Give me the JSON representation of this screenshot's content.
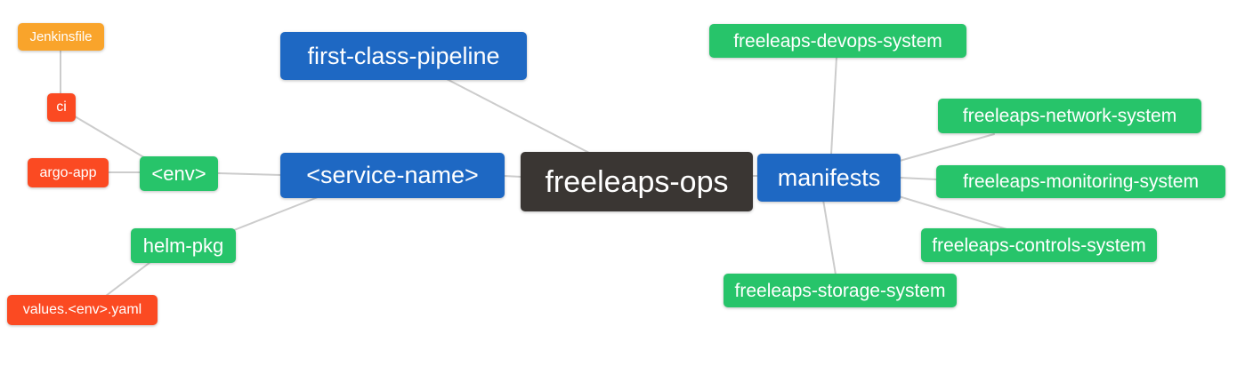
{
  "diagram": {
    "type": "mindmap",
    "background": "#ffffff",
    "edge_color": "#cccccc",
    "text_color": "#ffffff",
    "palette": {
      "root": "#3a3633",
      "level1_blue": "#1e68c3",
      "level2_green": "#27c46a",
      "level3_red": "#fb4a22",
      "level4_amber": "#f9a42b"
    },
    "nodes": {
      "freeleaps_ops": {
        "label": "freeleaps-ops"
      },
      "first_class_pipeline": {
        "label": "first-class-pipeline"
      },
      "service_name": {
        "label": "<service-name>"
      },
      "manifests": {
        "label": "manifests"
      },
      "env": {
        "label": "<env>"
      },
      "helm_pkg": {
        "label": "helm-pkg"
      },
      "ci": {
        "label": "ci"
      },
      "argo_app": {
        "label": "argo-app"
      },
      "jenkinsfile": {
        "label": "Jenkinsfile"
      },
      "values_env_yaml": {
        "label": "values.<env>.yaml"
      },
      "devops_system": {
        "label": "freeleaps-devops-system"
      },
      "network_system": {
        "label": "freeleaps-network-system"
      },
      "monitoring_system": {
        "label": "freeleaps-monitoring-system"
      },
      "controls_system": {
        "label": "freeleaps-controls-system"
      },
      "storage_system": {
        "label": "freeleaps-storage-system"
      }
    },
    "edges": [
      {
        "from": "jenkinsfile",
        "to": "ci"
      },
      {
        "from": "ci",
        "to": "env"
      },
      {
        "from": "argo_app",
        "to": "env"
      },
      {
        "from": "env",
        "to": "service_name"
      },
      {
        "from": "service_name",
        "to": "helm_pkg"
      },
      {
        "from": "helm_pkg",
        "to": "values_env_yaml"
      },
      {
        "from": "service_name",
        "to": "freeleaps_ops"
      },
      {
        "from": "first_class_pipeline",
        "to": "freeleaps_ops"
      },
      {
        "from": "freeleaps_ops",
        "to": "manifests"
      },
      {
        "from": "devops_system",
        "to": "manifests"
      },
      {
        "from": "manifests",
        "to": "network_system"
      },
      {
        "from": "manifests",
        "to": "monitoring_system"
      },
      {
        "from": "manifests",
        "to": "controls_system"
      },
      {
        "from": "manifests",
        "to": "storage_system"
      }
    ]
  }
}
